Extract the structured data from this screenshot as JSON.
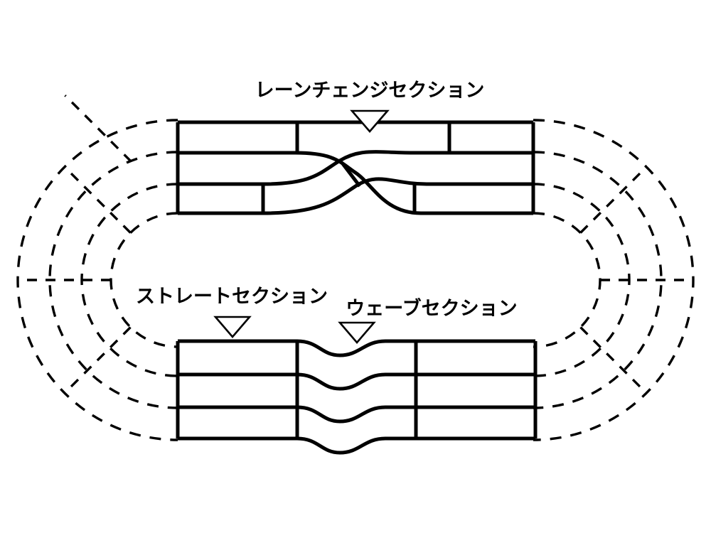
{
  "figure": {
    "title": "",
    "background_color": "#ffffff",
    "line_color": "#000000"
  },
  "labels": {
    "lane_change": "レーンチェンジセクション",
    "straight": "ストレートセクション",
    "wave": "ウェーブセクション"
  },
  "markers": {
    "lane_change_marker": "down-triangle",
    "straight_marker": "down-triangle",
    "wave_marker": "down-triangle"
  },
  "diagram_data": {
    "type": "diagram",
    "description": "Oval racing circuit schematic with three labelled special sections",
    "lane_count": 3,
    "lane_boundary_count": 4,
    "sections": [
      {
        "id": "lane-change-section",
        "label": "レーンチェンジセクション",
        "position": "top-straight",
        "style": "solid",
        "feature": "lanes cross over in an X pattern"
      },
      {
        "id": "straight-section",
        "label": "ストレートセクション",
        "position": "bottom-straight-left",
        "style": "solid",
        "feature": "parallel straight lanes"
      },
      {
        "id": "wave-section",
        "label": "ウェーブセクション",
        "position": "bottom-straight-middle",
        "style": "solid",
        "feature": "lanes undulate vertically in a wave"
      },
      {
        "id": "curve-sections",
        "label": "",
        "position": "left-and-right-ends",
        "style": "dashed",
        "feature": "semicircular banked turns drawn as dashed arcs"
      }
    ]
  }
}
